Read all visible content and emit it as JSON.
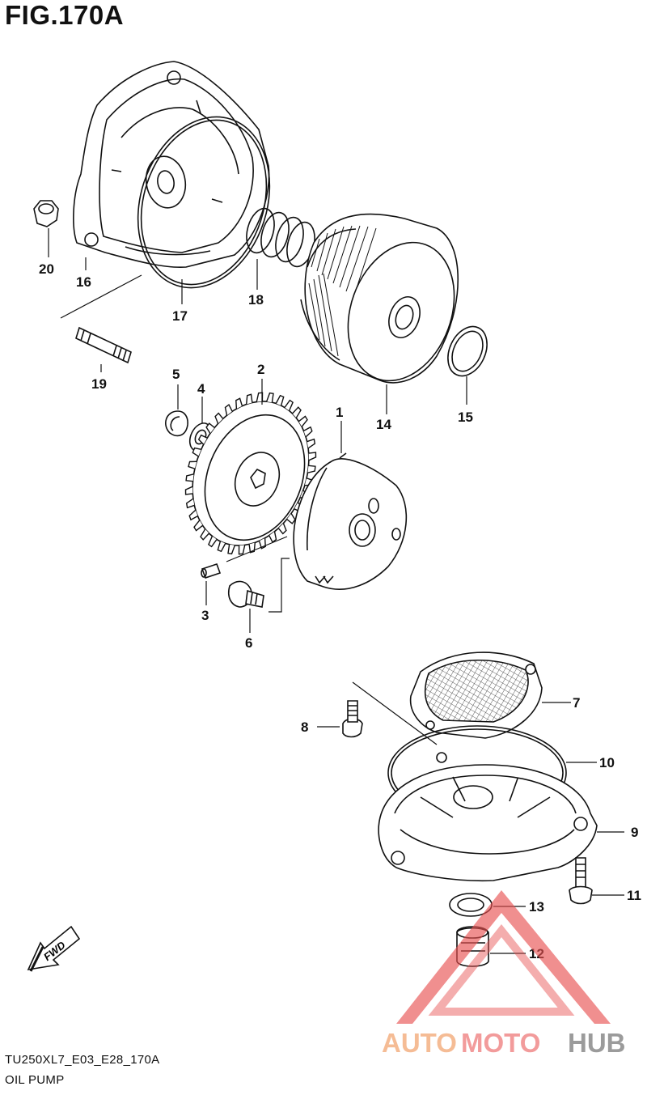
{
  "figure": {
    "title": "FIG.170A",
    "code": "TU250XL7_E03_E28_170A",
    "caption": "OIL PUMP"
  },
  "callouts": [
    {
      "id": "c1",
      "label": "1"
    },
    {
      "id": "c2",
      "label": "2"
    },
    {
      "id": "c3",
      "label": "3"
    },
    {
      "id": "c4",
      "label": "4"
    },
    {
      "id": "c5",
      "label": "5"
    },
    {
      "id": "c6",
      "label": "6"
    },
    {
      "id": "c7",
      "label": "7"
    },
    {
      "id": "c8",
      "label": "8"
    },
    {
      "id": "c9",
      "label": "9"
    },
    {
      "id": "c10",
      "label": "10"
    },
    {
      "id": "c11",
      "label": "11"
    },
    {
      "id": "c12",
      "label": "12"
    },
    {
      "id": "c13",
      "label": "13"
    },
    {
      "id": "c14",
      "label": "14"
    },
    {
      "id": "c15",
      "label": "15"
    },
    {
      "id": "c16",
      "label": "16"
    },
    {
      "id": "c17",
      "label": "17"
    },
    {
      "id": "c18",
      "label": "18"
    },
    {
      "id": "c19",
      "label": "19"
    },
    {
      "id": "c20",
      "label": "20"
    }
  ],
  "direction_arrow": {
    "label": "FWD",
    "icon": "forward-arrow-icon"
  },
  "watermark": {
    "parts": [
      "AUTO",
      "MOTO",
      "HUB"
    ],
    "colors": {
      "auto": "#f4b183",
      "moto": "#f08a8a",
      "hub": "#8a8a8a",
      "triangle": "#e85050"
    }
  }
}
